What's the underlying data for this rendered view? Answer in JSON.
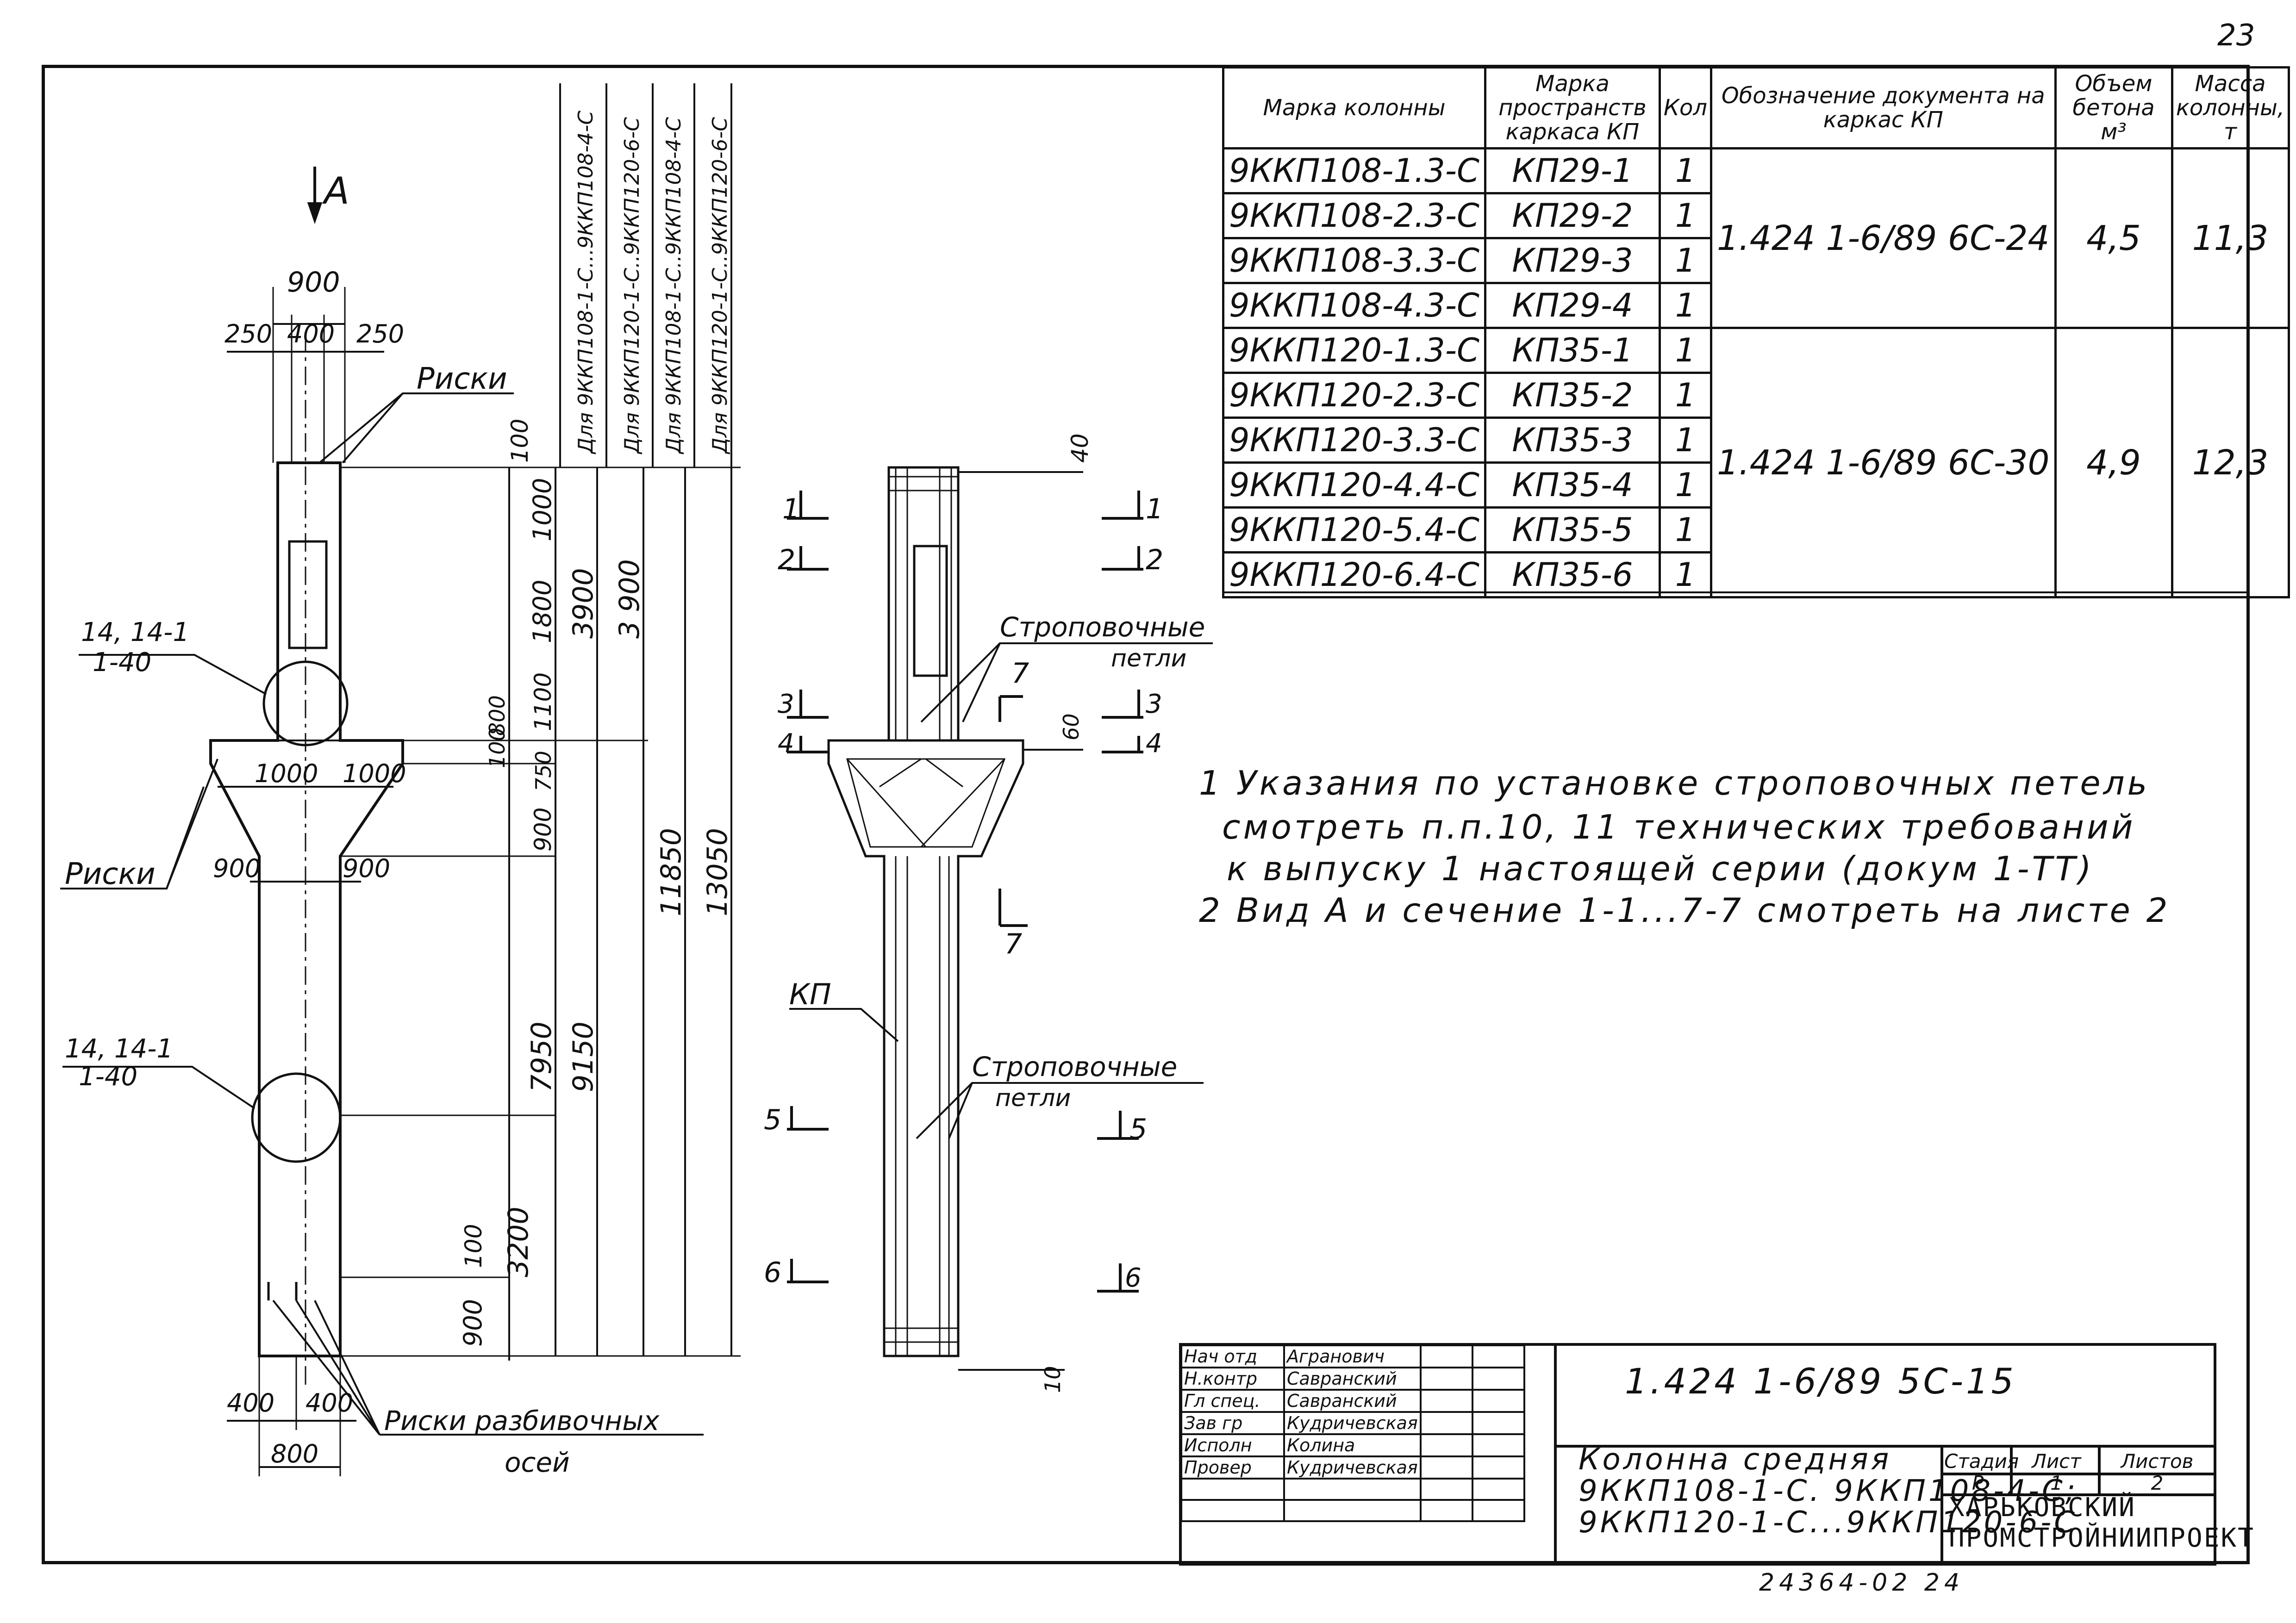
{
  "page_number": "23",
  "bottom_code": "24364-02  24",
  "view_label": "А",
  "dims": {
    "top_width": "900",
    "top_left": "250",
    "top_mid": "400",
    "top_right": "250",
    "console_left": "1000",
    "console_right": "1000",
    "base_left": "900",
    "base_right": "900",
    "bottom_left": "400",
    "bottom_right": "400",
    "bottom_total": "800",
    "v_100_top": "100",
    "v_1000": "1000",
    "v_1800": "1800",
    "v_1100": "1100",
    "v_800": "800",
    "v_100_mid": "100",
    "v_750": "750",
    "v_900_mid": "900",
    "v_3900_a": "3900",
    "v_3900_b": "3 900",
    "v_7950": "7950",
    "v_9150": "9150",
    "v_11850": "11850",
    "v_13050": "13050",
    "v_3200": "3200",
    "v_100_bot": "100",
    "v_900_bot": "900"
  },
  "labels": {
    "riski_top": "Риски",
    "riski_left": "Риски",
    "riski_axes_1": "Риски разбивочных",
    "riski_axes_2": "осей",
    "callout1_a": "14, 14-1",
    "callout1_b": "1-40",
    "callout2_a": "14, 14-1",
    "callout2_b": "1-40",
    "for_1": "Для 9ККП108-1-С...9ККП108-4-С",
    "for_2": "Для 9ККП120-1-С..9ККП120-6-С",
    "for_3": "Для 9ККП108-1-С..9ККП108-4-С",
    "for_4": "Для 9ККП120-1-С..9ККП120-6-С",
    "loops1_a": "Строповочные",
    "loops1_b": "петли",
    "loops2_a": "Строповочные",
    "loops2_b": "петли",
    "kp": "КП",
    "d40": "40",
    "d60": "60",
    "d10": "10",
    "s1": "1",
    "s2": "2",
    "s3": "3",
    "s4": "4",
    "s5": "5",
    "s6": "6",
    "s7": "7"
  },
  "spec_table": {
    "headers": [
      "Марка колонны",
      "Марка пространств каркаса КП",
      "Кол",
      "Обозначение документа на каркас КП",
      "Объем бетона м³",
      "Масса колонны, т"
    ],
    "rows": [
      {
        "mark": "9ККП108-1.3-С",
        "kp": "КП29-1",
        "qty": "1"
      },
      {
        "mark": "9ККП108-2.3-С",
        "kp": "КП29-2",
        "qty": "1"
      },
      {
        "mark": "9ККП108-3.3-С",
        "kp": "КП29-3",
        "qty": "1"
      },
      {
        "mark": "9ККП108-4.3-С",
        "kp": "КП29-4",
        "qty": "1"
      },
      {
        "mark": "9ККП120-1.3-С",
        "kp": "КП35-1",
        "qty": "1"
      },
      {
        "mark": "9ККП120-2.3-С",
        "kp": "КП35-2",
        "qty": "1"
      },
      {
        "mark": "9ККП120-3.3-С",
        "kp": "КП35-3",
        "qty": "1"
      },
      {
        "mark": "9ККП120-4.4-С",
        "kp": "КП35-4",
        "qty": "1"
      },
      {
        "mark": "9ККП120-5.4-С",
        "kp": "КП35-5",
        "qty": "1"
      },
      {
        "mark": "9ККП120-6.4-С",
        "kp": "КП35-6",
        "qty": "1"
      }
    ],
    "groups": [
      {
        "doc": "1.424 1-6/89 6С-24",
        "volume": "4,5",
        "mass": "11,3"
      },
      {
        "doc": "1.424 1-6/89 6С-30",
        "volume": "4,9",
        "mass": "12,3"
      }
    ]
  },
  "notes": [
    "1 Указания по установке строповочных петель",
    "смотреть п.п.10, 11 технических требований",
    "к выпуску 1 настоящей серии (докум 1-ТТ)",
    "2 Вид А и сечение 1-1...7-7 смотреть на листе 2"
  ],
  "title_block": {
    "people": [
      {
        "role": "Нач отд",
        "name": "Агранович"
      },
      {
        "role": "Н.контр",
        "name": "Савранский"
      },
      {
        "role": "Гл спец.",
        "name": "Савранский"
      },
      {
        "role": "Зав гр",
        "name": "Кудричевская"
      },
      {
        "role": "Исполн",
        "name": "Колина"
      },
      {
        "role": "Провер",
        "name": "Кудричевская"
      }
    ],
    "code": "1.424 1-6/89 5С-15",
    "name_1": "Колонна средняя",
    "name_2": "9ККП108-1-С. 9ККП108-4-С;",
    "name_3": "9ККП120-1-С...9ККП120-6-С",
    "stage_label": "Стадия",
    "sheet_label": "Лист",
    "sheets_label": "Листов",
    "stage": "Р",
    "sheet": "1",
    "sheets": "2",
    "org_1": "ХАРЬКОВСКИЙ",
    "org_2": "ПРОМСТРОЙНИИПРОЕКТ"
  }
}
